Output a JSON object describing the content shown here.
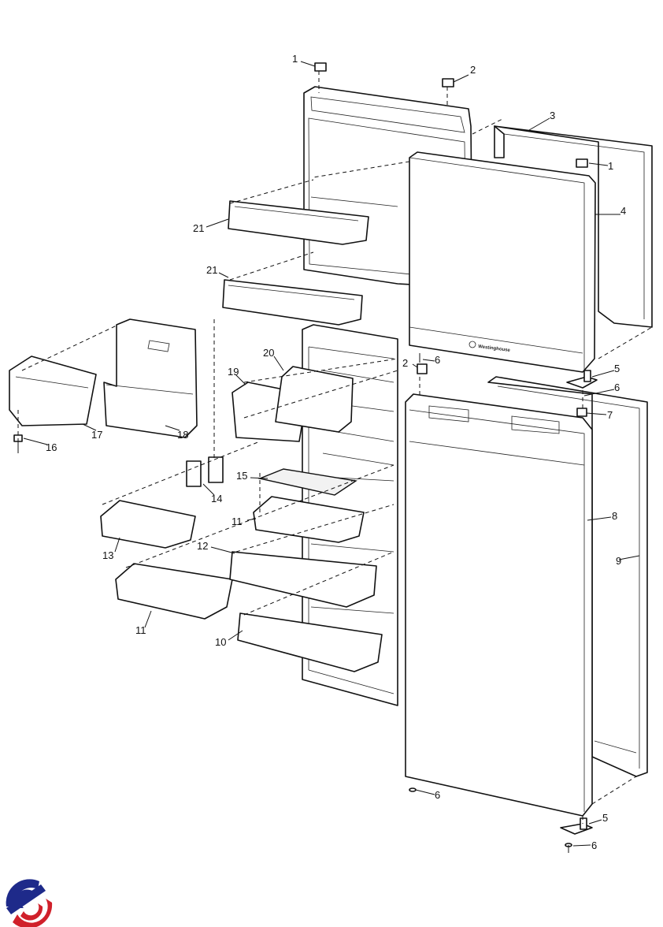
{
  "diagram": {
    "title_brand": "Westinghouse",
    "part_labels": [
      "1",
      "2",
      "3",
      "1",
      "4",
      "21",
      "21",
      "20",
      "2",
      "6",
      "5",
      "6",
      "7",
      "19",
      "17",
      "18",
      "16",
      "14",
      "15",
      "11",
      "8",
      "13",
      "12",
      "9",
      "11",
      "10",
      "6",
      "5",
      "6"
    ]
  },
  "colors": {
    "logo_blue": "#1e2a8a",
    "logo_red": "#d0202a"
  }
}
